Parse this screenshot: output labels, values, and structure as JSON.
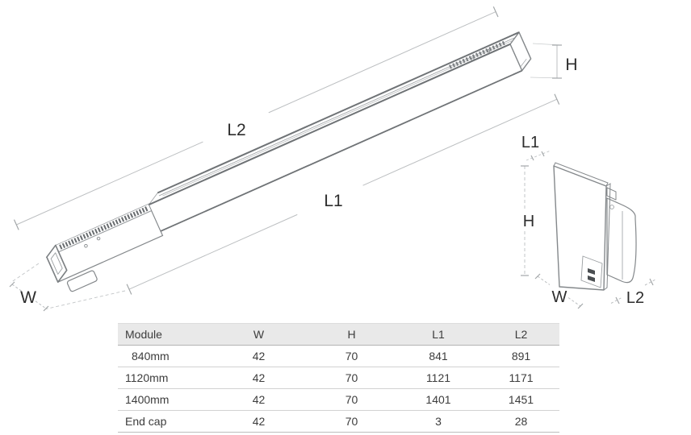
{
  "diagram": {
    "main_view": {
      "description": "isometric drawing of linear trunking light module",
      "dim_labels": {
        "l2": "L2",
        "l1": "L1",
        "h": "H",
        "w": "W"
      }
    },
    "end_cap_view": {
      "description": "isometric drawing of end cap",
      "dim_labels": {
        "l1": "L1",
        "h": "H",
        "w": "W",
        "l2": "L2"
      }
    },
    "colors": {
      "outline": "#84888b",
      "dark_edge": "#6f7376",
      "thin_line": "#9a9ea1",
      "dim_line": "#bcbfc1",
      "tick": "#a3a7a9",
      "label_text": "#2d2d2d"
    }
  },
  "table": {
    "columns": [
      "Module",
      "W",
      "H",
      "L1",
      "L2"
    ],
    "rows": [
      [
        "840mm",
        "42",
        "70",
        "841",
        "891"
      ],
      [
        "1120mm",
        "42",
        "70",
        "1121",
        "1171"
      ],
      [
        "1400mm",
        "42",
        "70",
        "1401",
        "1451"
      ],
      [
        "End cap",
        "42",
        "70",
        "3",
        "28"
      ]
    ],
    "header_bg": "#e9e9e9",
    "text_color": "#3c3c3c"
  }
}
